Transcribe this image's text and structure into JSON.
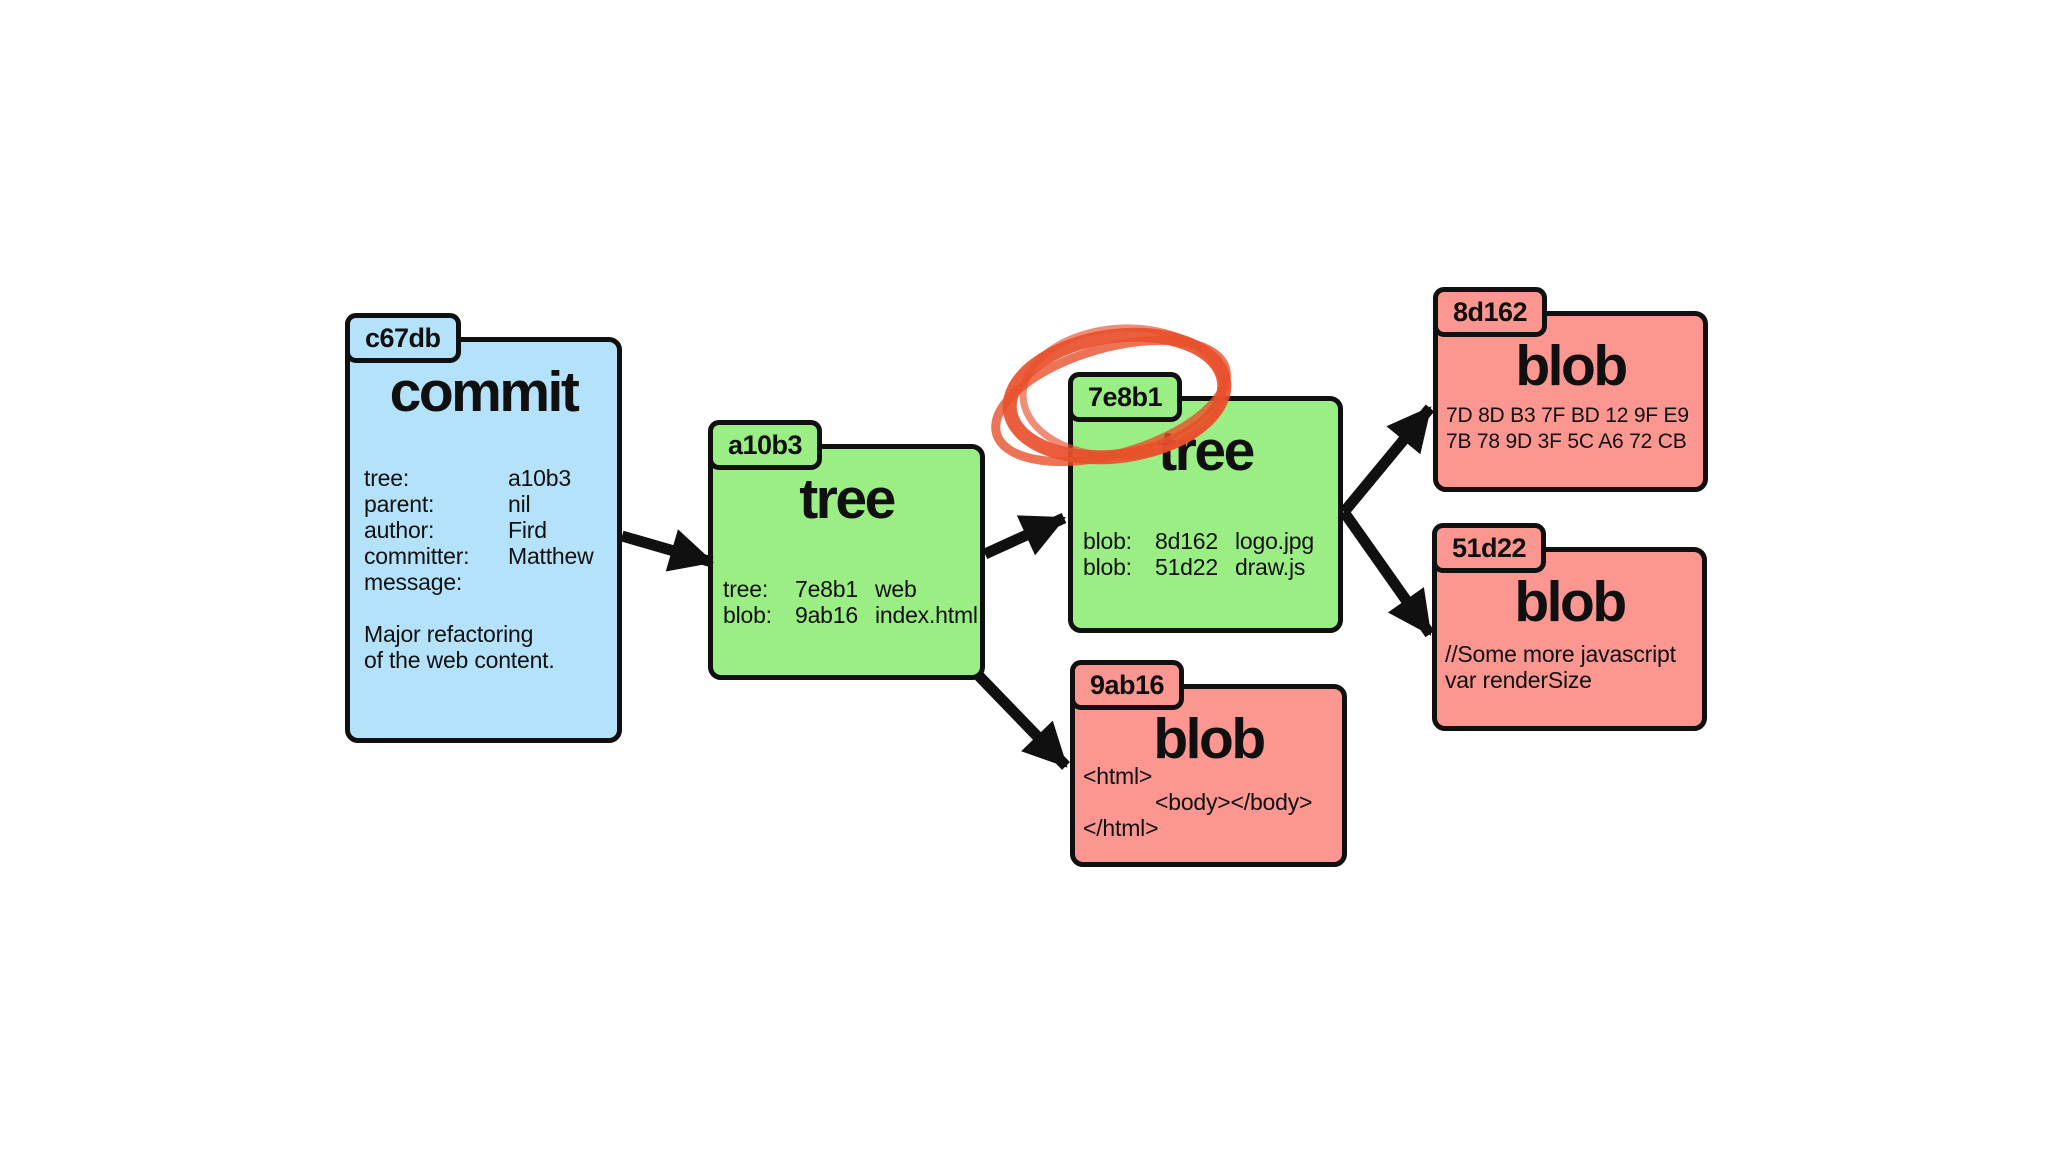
{
  "colors": {
    "commit_fill": "#b4e2fb",
    "tree_fill": "#9aee84",
    "blob_fill": "#fb9691",
    "border": "#101010",
    "arrow": "#101010",
    "highlight": "#e8502c"
  },
  "nodes": {
    "commit": {
      "id": "c67db",
      "type_label": "commit",
      "fields": [
        {
          "label": "tree:",
          "value": "a10b3"
        },
        {
          "label": "parent:",
          "value": "nil"
        },
        {
          "label": "author:",
          "value": "Fird"
        },
        {
          "label": "committer:",
          "value": "Matthew"
        },
        {
          "label": "message:",
          "value": ""
        }
      ],
      "message_lines": [
        "Major refactoring",
        "of the web content."
      ]
    },
    "tree_a10b3": {
      "id": "a10b3",
      "type_label": "tree",
      "entries": [
        {
          "kind": "tree:",
          "hash": "7e8b1",
          "name": "web"
        },
        {
          "kind": "blob:",
          "hash": "9ab16",
          "name": "index.html"
        }
      ]
    },
    "tree_7e8b1": {
      "id": "7e8b1",
      "type_label": "tree",
      "entries": [
        {
          "kind": "blob:",
          "hash": "8d162",
          "name": "logo.jpg"
        },
        {
          "kind": "blob:",
          "hash": "51d22",
          "name": "draw.js"
        }
      ]
    },
    "blob_8d162": {
      "id": "8d162",
      "type_label": "blob",
      "lines": [
        "7D 8D B3 7F BD 12 9F E9",
        "7B 78 9D 3F 5C A6 72 CB"
      ]
    },
    "blob_51d22": {
      "id": "51d22",
      "type_label": "blob",
      "lines": [
        "//Some more javascript",
        "var renderSize"
      ]
    },
    "blob_9ab16": {
      "id": "9ab16",
      "type_label": "blob",
      "lines": [
        "<html>",
        "<body></body>",
        "</html>"
      ]
    }
  },
  "edges": [
    {
      "from": "c67db",
      "to": "a10b3"
    },
    {
      "from": "a10b3",
      "to": "7e8b1"
    },
    {
      "from": "a10b3",
      "to": "9ab16"
    },
    {
      "from": "7e8b1",
      "to": "8d162"
    },
    {
      "from": "7e8b1",
      "to": "51d22"
    }
  ],
  "annotations": {
    "highlight_circle_on": "7e8b1"
  }
}
